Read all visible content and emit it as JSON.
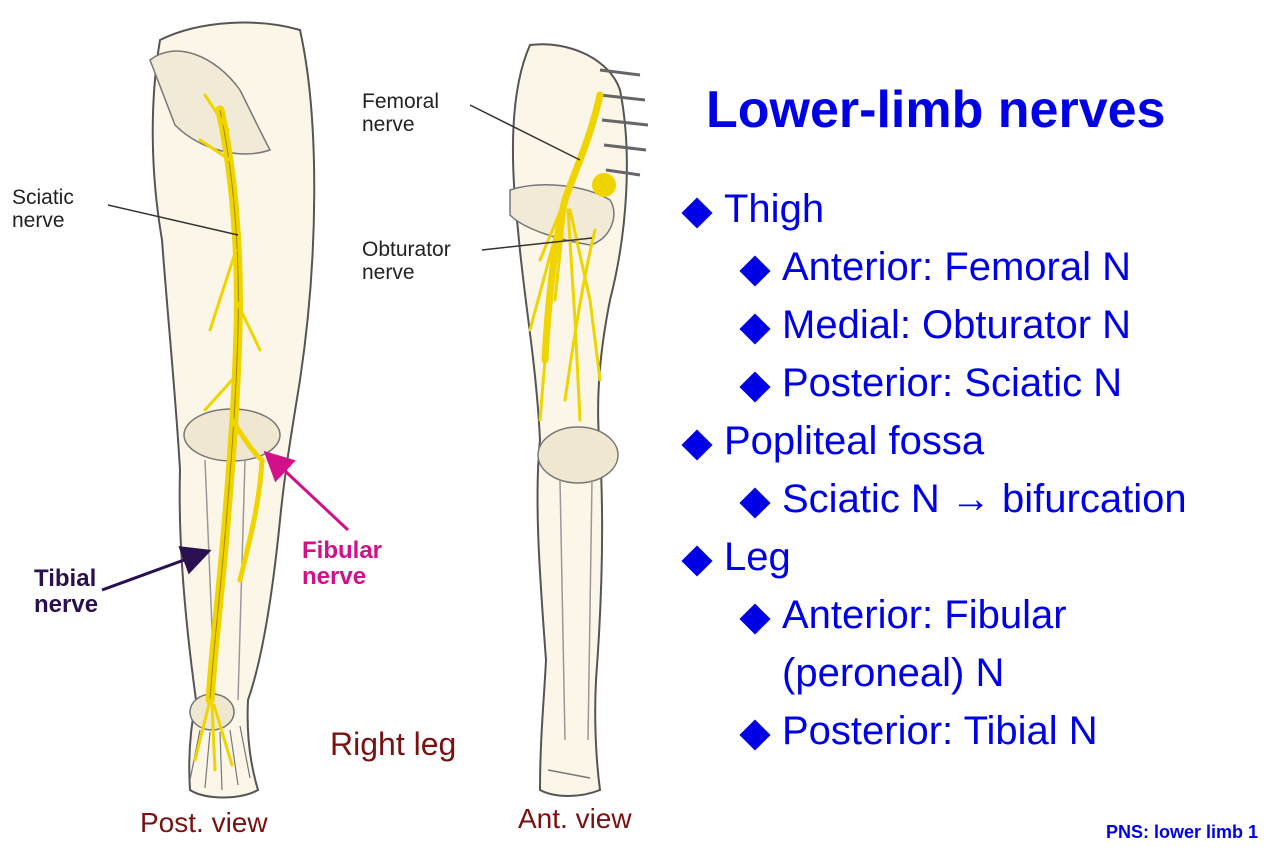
{
  "slide": {
    "title": "Lower-limb nerves",
    "footer": "PNS: lower limb 1"
  },
  "outline": [
    {
      "level": 1,
      "text": "Thigh"
    },
    {
      "level": 2,
      "text": "Anterior: Femoral N"
    },
    {
      "level": 2,
      "text": "Medial: Obturator N"
    },
    {
      "level": 2,
      "text": "Posterior: Sciatic N"
    },
    {
      "level": 1,
      "text": "Popliteal fossa"
    },
    {
      "level": 2,
      "text": "Sciatic N → bifurcation"
    },
    {
      "level": 1,
      "text": "Leg"
    },
    {
      "level": 2,
      "text": "Anterior: Fibular\n(peroneal) N"
    },
    {
      "level": 2,
      "text": "Posterior: Tibial N"
    }
  ],
  "figure": {
    "labels": {
      "sciatic": "Sciatic\nnerve",
      "tibial": "Tibial\nnerve",
      "fibular": "Fibular\nnerve",
      "femoral": "Femoral\nnerve",
      "obturator": "Obturator\nnerve",
      "right_leg": "Right leg",
      "post_view": "Post. view",
      "ant_view": "Ant. view"
    },
    "colors": {
      "nerve": "#f0d400",
      "tibial_label": "#2a1050",
      "fibular_label": "#d1108a",
      "view_label": "#7a1010",
      "accent": "#0000e6"
    }
  }
}
